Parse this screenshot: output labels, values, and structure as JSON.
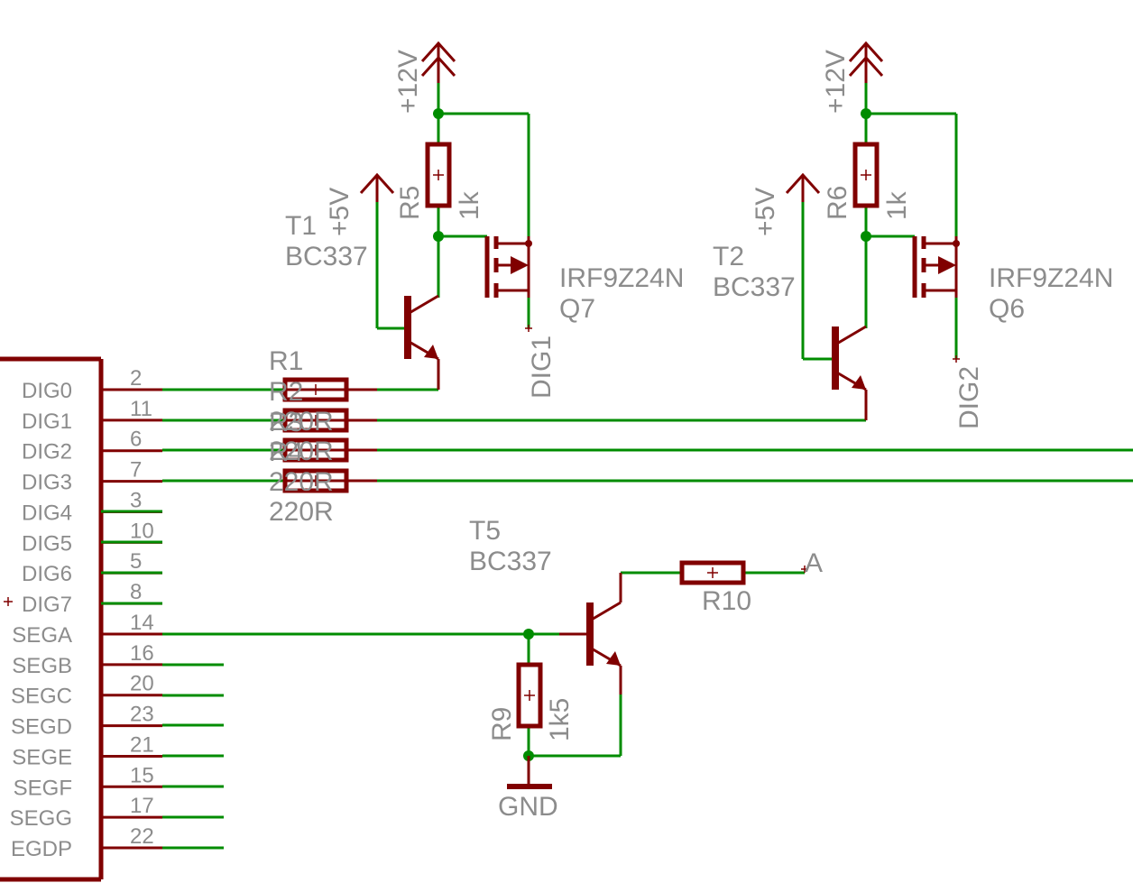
{
  "connector": {
    "pins": [
      {
        "name": "DIG0",
        "num": "2"
      },
      {
        "name": "DIG1",
        "num": "11"
      },
      {
        "name": "DIG2",
        "num": "6"
      },
      {
        "name": "DIG3",
        "num": "7"
      },
      {
        "name": "DIG4",
        "num": "3"
      },
      {
        "name": "DIG5",
        "num": "10"
      },
      {
        "name": "DIG6",
        "num": "5"
      },
      {
        "name": "DIG7",
        "num": "8"
      },
      {
        "name": "SEGA",
        "num": "14"
      },
      {
        "name": "SEGB",
        "num": "16"
      },
      {
        "name": "SEGC",
        "num": "20"
      },
      {
        "name": "SEGD",
        "num": "23"
      },
      {
        "name": "SEGE",
        "num": "21"
      },
      {
        "name": "SEGF",
        "num": "15"
      },
      {
        "name": "SEGG",
        "num": "17"
      },
      {
        "name": "EGDP",
        "num": "22"
      }
    ]
  },
  "labels": {
    "r1": "R1",
    "r2": "R2",
    "r3": "R3",
    "r4": "R4",
    "r1_val": "220R",
    "r2_val": "220R",
    "r3_val": "220R",
    "r4_val": "220R",
    "t1": "T1",
    "t1_part": "BC337",
    "t2": "T2",
    "t2_part": "BC337",
    "t5": "T5",
    "t5_part": "BC337",
    "r5": "R5",
    "r5_val": "1k",
    "r6": "R6",
    "r6_val": "1k",
    "q7_part": "IRF9Z24N",
    "q7": "Q7",
    "q6_part": "IRF9Z24N",
    "q6": "Q6",
    "supply1": "+12V",
    "supply2": "+12V",
    "supply3": "+5V",
    "supply4": "+5V",
    "dig1_net": "DIG1",
    "dig2_net": "DIG2",
    "r9": "R9",
    "r9_val": "1k5",
    "r10": "R10",
    "gnd": "GND",
    "net_a": "A"
  }
}
